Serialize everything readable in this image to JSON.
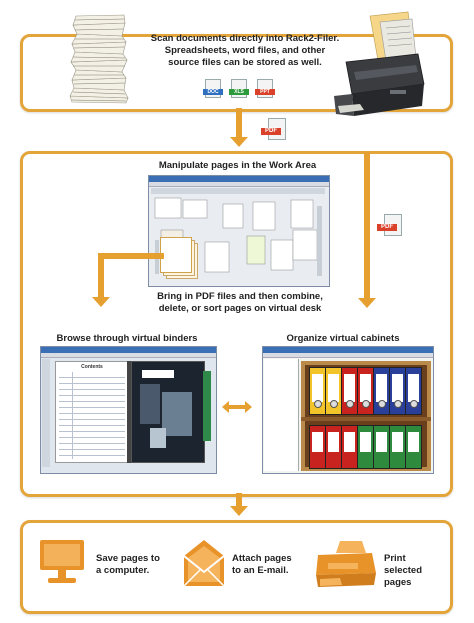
{
  "colors": {
    "accent": "#e3a43a",
    "arrow": "#e6a030",
    "pdf_red": "#d9412b",
    "icon_orange": "#e8932a"
  },
  "top": {
    "text_lines": [
      "Scan documents directly into Rack2-Filer.",
      "Spreadsheets, word files, and other",
      "source files can be stored as well."
    ],
    "file_icons": [
      {
        "name": "doc-icon",
        "tag": "DOC",
        "color": "#2f6fc0"
      },
      {
        "name": "xls-icon",
        "tag": "XLS",
        "color": "#2e9a3e"
      },
      {
        "name": "ppt-icon",
        "tag": "PPT",
        "color": "#d9412b"
      }
    ]
  },
  "pdf_labels": {
    "between": "PDF",
    "right": "PDF"
  },
  "middle": {
    "work_area_title": "Manipulate pages in the Work Area",
    "combine_lines": [
      "Bring in PDF files and then combine,",
      "delete, or sort pages on virtual desk"
    ],
    "binders_title": "Browse through virtual binders",
    "cabinets_title": "Organize virtual cabinets",
    "contents_label": "Contents"
  },
  "bottom": {
    "items": [
      {
        "icon": "computer-icon",
        "lines": [
          "Save pages to",
          "a computer."
        ]
      },
      {
        "icon": "email-envelope-icon",
        "lines": [
          "Attach pages",
          "to an E-mail."
        ]
      },
      {
        "icon": "printer-icon",
        "lines": [
          "Print selected",
          "pages"
        ]
      }
    ]
  }
}
